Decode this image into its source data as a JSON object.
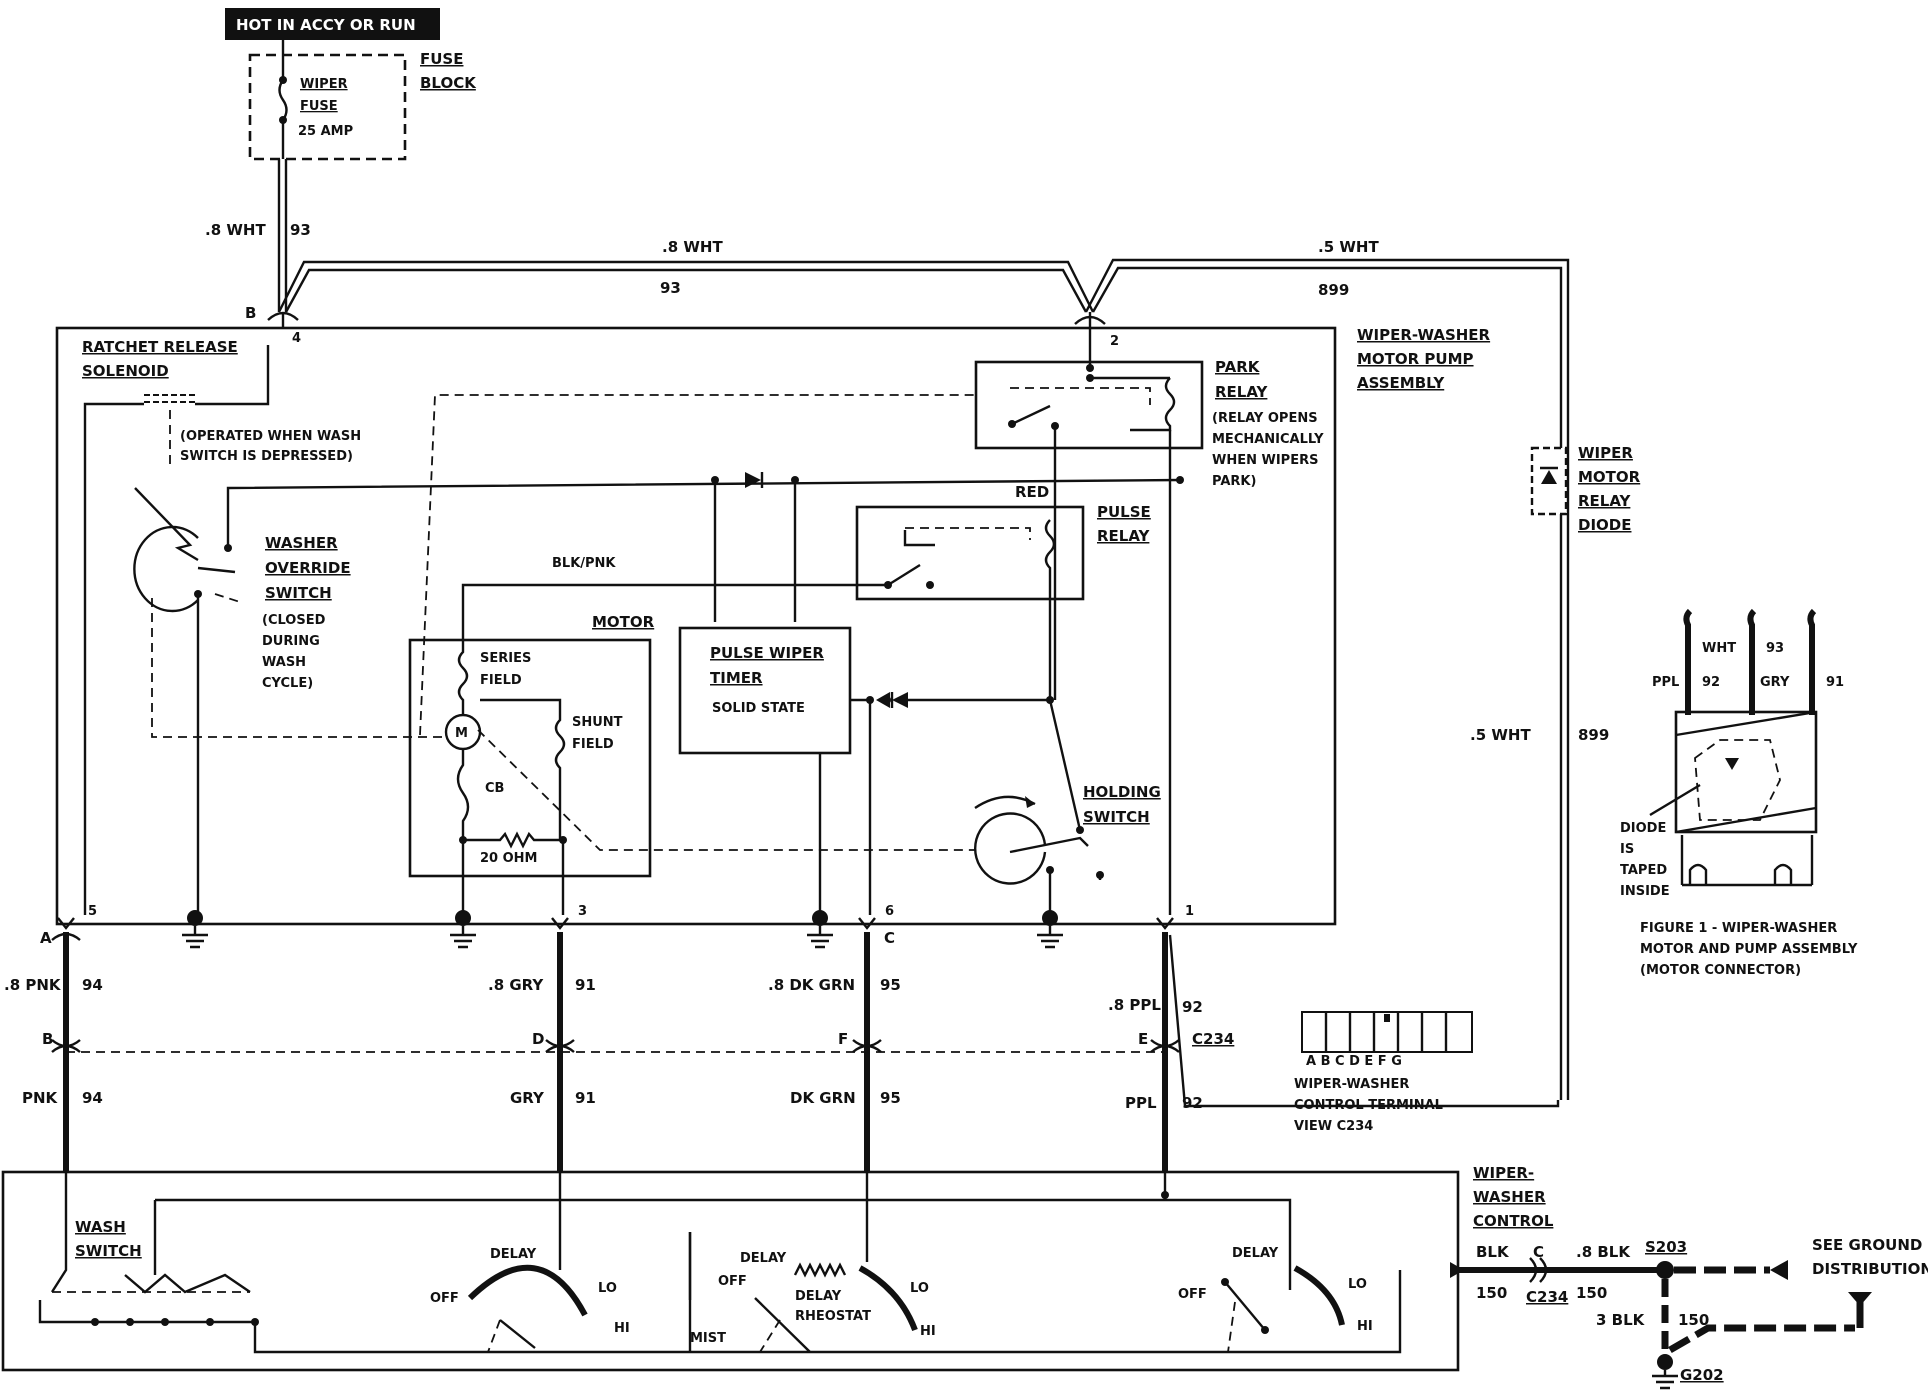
{
  "power": {
    "hot_label": "HOT IN ACCY OR RUN"
  },
  "fuse_block": {
    "label_1": "FUSE",
    "label_2": "BLOCK",
    "fuse_1": "WIPER",
    "fuse_2": "FUSE",
    "fuse_rating": "25 AMP"
  },
  "top_wires": {
    "feed_gauge": ".8 WHT",
    "feed_circuit": "93",
    "mid_gauge": ".8 WHT",
    "mid_circuit": "93",
    "right_gauge": ".5 WHT",
    "right_circuit": "899",
    "side_gauge": ".5 WHT",
    "side_circuit": "899"
  },
  "assembly": {
    "title_1": "WIPER-WASHER",
    "title_2": "MOTOR PUMP",
    "title_3": "ASSEMBLY",
    "connector_b": "B",
    "pin_4": "4",
    "pin_2": "2",
    "pin_5": "5",
    "pin_3": "3",
    "pin_6": "6",
    "pin_1": "1"
  },
  "solenoid": {
    "title_1": "RATCHET RELEASE",
    "title_2": "SOLENOID",
    "note_1": "(OPERATED WHEN WASH",
    "note_2": "SWITCH IS DEPRESSED)"
  },
  "washer_override": {
    "title_1": "WASHER",
    "title_2": "OVERRIDE",
    "title_3": "SWITCH",
    "note_1": "(CLOSED",
    "note_2": "DURING",
    "note_3": "WASH",
    "note_4": "CYCLE)"
  },
  "park_relay": {
    "title_1": "PARK",
    "title_2": "RELAY",
    "note_1": "(RELAY OPENS",
    "note_2": "MECHANICALLY",
    "note_3": "WHEN WIPERS",
    "note_4": "PARK)"
  },
  "pulse_relay": {
    "title_1": "PULSE",
    "title_2": "RELAY",
    "red_wire": "RED"
  },
  "motor": {
    "title": "MOTOR",
    "series_1": "SERIES",
    "series_2": "FIELD",
    "shunt_1": "SHUNT",
    "shunt_2": "FIELD",
    "cb": "CB",
    "resistor": "20 OHM",
    "blk_pnk": "BLK/PNK",
    "m": "M"
  },
  "pulse_timer": {
    "title_1": "PULSE WIPER",
    "title_2": "TIMER",
    "sub": "SOLID STATE"
  },
  "holding_switch": {
    "title_1": "HOLDING",
    "title_2": "SWITCH"
  },
  "diode": {
    "title_1": "WIPER",
    "title_2": "MOTOR",
    "title_3": "RELAY",
    "title_4": "DIODE"
  },
  "harness": {
    "conn_a": "A",
    "conn_c": "C",
    "w94_gauge": ".8 PNK",
    "w94_circuit": "94",
    "w91_gauge": ".8 GRY",
    "w91_circuit": "91",
    "w95_gauge": ".8 DK GRN",
    "w95_circuit": "95",
    "w92_gauge": ".8 PPL",
    "w92_circuit": "92",
    "c234_b": "B",
    "c234_d": "D",
    "c234_f": "F",
    "c234_e": "E",
    "c234_name": "C234",
    "l94_color": "PNK",
    "l94_circuit": "94",
    "l91_color": "GRY",
    "l91_circuit": "91",
    "l95_color": "DK GRN",
    "l95_circuit": "95",
    "l92_color": "PPL",
    "l92_circuit": "92"
  },
  "figure1": {
    "wht": "WHT",
    "c93": "93",
    "ppl": "PPL",
    "c92": "92",
    "gry": "GRY",
    "c91": "91",
    "diode_1": "DIODE",
    "diode_2": "IS",
    "diode_3": "TAPED",
    "diode_4": "INSIDE",
    "caption_1": "FIGURE 1 - WIPER-WASHER",
    "caption_2": "MOTOR AND PUMP ASSEMBLY",
    "caption_3": "(MOTOR CONNECTOR)"
  },
  "terminal_view": {
    "letters": "A  B  C     D  E  F  G",
    "caption_1": "WIPER-WASHER",
    "caption_2": "CONTROL TERMINAL",
    "caption_3": "VIEW C234"
  },
  "control": {
    "title_1": "WIPER-",
    "title_2": "WASHER",
    "title_3": "CONTROL",
    "wash_1": "WASH",
    "wash_2": "SWITCH",
    "delay": "DELAY",
    "off": "OFF",
    "lo": "LO",
    "hi": "HI",
    "mist": "MIST",
    "delay_rheo_1": "DELAY",
    "delay_rheo_2": "RHEOSTAT"
  },
  "ground": {
    "blk": "BLK",
    "c_pin": "C",
    "blk_circuit": "150",
    "c234": "C234",
    "gauge_8blk": ".8 BLK",
    "circuit_150a": "150",
    "s203": "S203",
    "see_1": "SEE GROUND",
    "see_2": "DISTRIBUTION",
    "gauge_3blk": "3 BLK",
    "circuit_150b": "150",
    "g202": "G202"
  }
}
